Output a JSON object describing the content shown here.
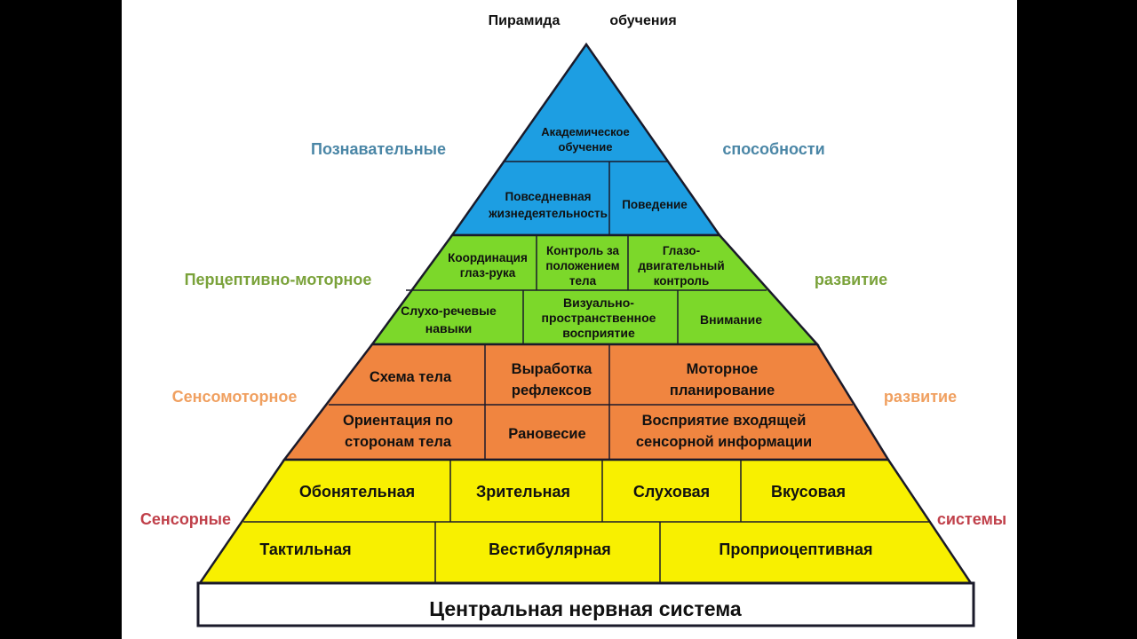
{
  "title": {
    "left": "Пирамида",
    "right": "обучения"
  },
  "side_labels": {
    "cognitive": {
      "left": "Познавательные",
      "right": "способности",
      "color": "#4a86a6"
    },
    "perceptual_motor": {
      "left": "Перцептивно-моторное",
      "right": "развитие",
      "color": "#7aa23a"
    },
    "sensorimotor": {
      "left": "Сенсомоторное",
      "right": "развитие",
      "color": "#f0a060"
    },
    "sensory": {
      "left": "Сенсорные",
      "right": "системы",
      "color": "#c0404a"
    }
  },
  "colors": {
    "blue": "#1d9ee2",
    "green": "#7cd82a",
    "orange": "#f08540",
    "yellow": "#f8f000",
    "base": "#ffffff",
    "border": "#1a1a2a"
  },
  "cells": {
    "academic": [
      "Академическое",
      "обучение"
    ],
    "daily_life": [
      "Повседневная",
      "жизнедеятельность"
    ],
    "behavior": [
      "Поведение"
    ],
    "hand_eye": [
      "Координация",
      "глаз-рука"
    ],
    "posture": [
      "Контроль за",
      "положением",
      "тела"
    ],
    "oculomotor": [
      "Глазо-",
      "двигательный",
      "контроль"
    ],
    "auditory_speech": [
      "Слухо-речевые",
      "навыки"
    ],
    "visual_spatial": [
      "Визуально-",
      "пространственное",
      "восприятие"
    ],
    "attention": [
      "Внимание"
    ],
    "body_schema": [
      "Схема тела"
    ],
    "reflexes": [
      "Выработка",
      "рефлексов"
    ],
    "motor_planning": [
      "Моторное",
      "планирование"
    ],
    "body_sides": [
      "Ориентация по",
      "сторонам тела"
    ],
    "balance": [
      "Рановесие"
    ],
    "sensory_input": [
      "Восприятие входящей",
      "сенсорной информации"
    ],
    "olfactory": [
      "Обонятельная"
    ],
    "visual": [
      "Зрительная"
    ],
    "auditory": [
      "Слуховая"
    ],
    "gustatory": [
      "Вкусовая"
    ],
    "tactile": [
      "Тактильная"
    ],
    "vestibular": [
      "Вестибулярная"
    ],
    "proprioceptive": [
      "Проприоцептивная"
    ]
  },
  "base": {
    "label": "Центральная нервная система"
  }
}
